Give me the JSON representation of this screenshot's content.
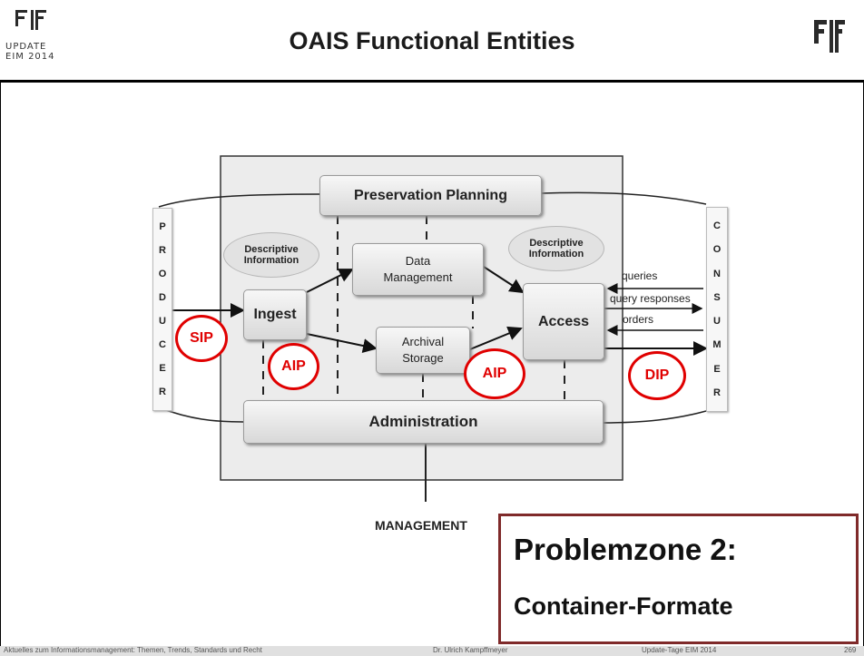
{
  "header": {
    "title": "OAIS Functional Entities",
    "logo_text_line1": "UPDATE",
    "logo_text_line2": "EIM 2014"
  },
  "diagram": {
    "preservation_planning": "Preservation Planning",
    "administration": "Administration",
    "ingest": "Ingest",
    "access": "Access",
    "data_management_line1": "Data",
    "data_management_line2": "Management",
    "archival_storage_line1": "Archival",
    "archival_storage_line2": "Storage",
    "descriptive_info_left_line1": "Descriptive",
    "descriptive_info_left_line2": "Information",
    "descriptive_info_right_line1": "Descriptive",
    "descriptive_info_right_line2": "Information",
    "producer_letters": [
      "P",
      "R",
      "O",
      "D",
      "U",
      "C",
      "E",
      "R"
    ],
    "consumer_letters": [
      "C",
      "O",
      "N",
      "S",
      "U",
      "M",
      "E",
      "R"
    ],
    "queries": "queries",
    "query_responses": "query responses",
    "orders": "orders",
    "management": "MANAGEMENT"
  },
  "highlights": {
    "sip": "SIP",
    "aip_left": "AIP",
    "aip_right": "AIP",
    "dip": "DIP",
    "accent_color": "#e00000"
  },
  "problem_box": {
    "line1": "Problemzone 2:",
    "line2": "Container-Formate",
    "border_color": "#7f2a2a"
  },
  "footer": {
    "left": "Aktuelles zum Informationsmanagement: Themen, Trends, Standards und Recht",
    "center": "Dr. Ulrich Kampffmeyer",
    "right": "Update-Tage EIM 2014",
    "page": "269"
  }
}
